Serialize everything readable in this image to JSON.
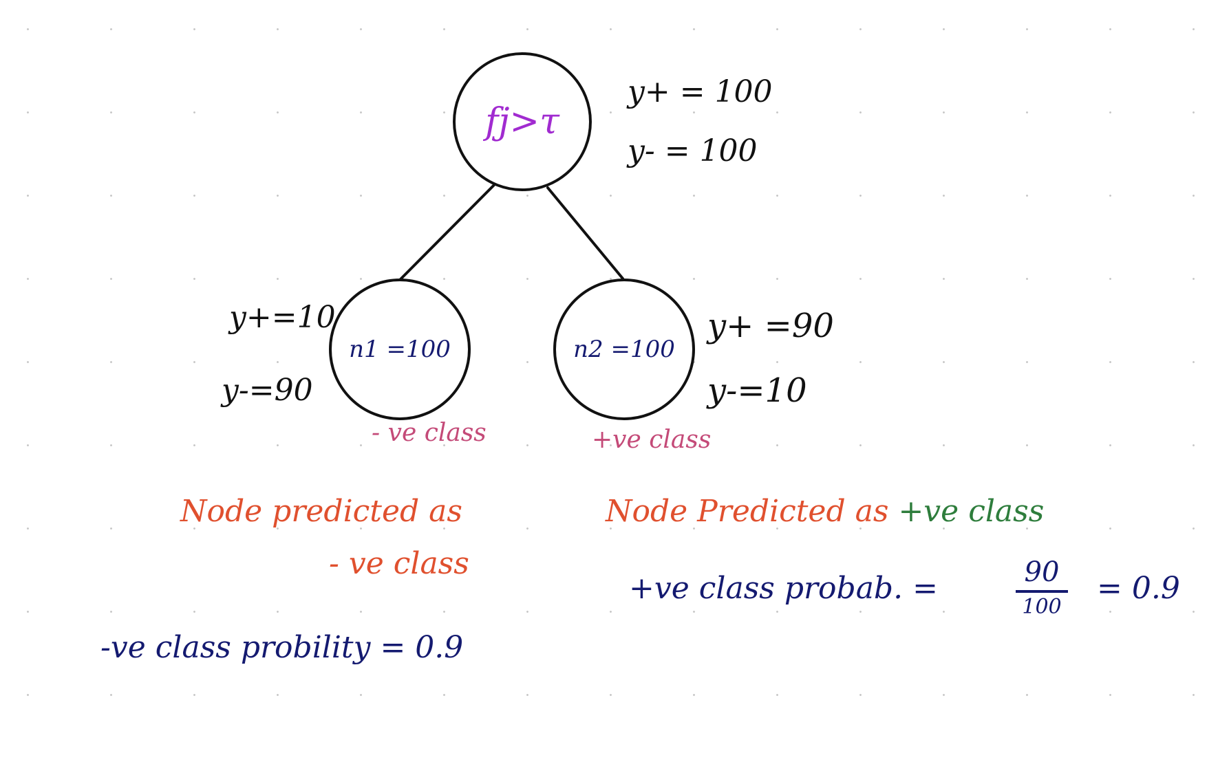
{
  "colors": {
    "edge": "#111111",
    "black_ink": "#111111",
    "navy_ink": "#141a70",
    "red_ink": "#e0502e",
    "pink_ink": "#c44a78",
    "green_ink": "#2e7d3c",
    "purple_ink": "#a12bd0"
  },
  "root": {
    "label": "fj>τ",
    "counts": {
      "pos": "y+ = 100",
      "neg": "y- = 100"
    }
  },
  "left": {
    "label": "n1 =100",
    "counts": {
      "pos": "y+=10",
      "neg": "y-=90"
    },
    "class_tag": "- ve class",
    "prediction_line1": "Node predicted as",
    "prediction_line2": "- ve class",
    "probability": "-ve class probility = 0.9"
  },
  "right": {
    "label": "n2 =100",
    "counts": {
      "pos": "y+ =90",
      "neg": "y-=10"
    },
    "class_tag": "+ve class",
    "prediction_prefix": "Node Predicted as",
    "prediction_suffix": "+ve class",
    "probability_prefix": "+ve class probab. =",
    "fraction": {
      "numerator": "90",
      "denominator": "100"
    },
    "probability_result": "= 0.9"
  }
}
